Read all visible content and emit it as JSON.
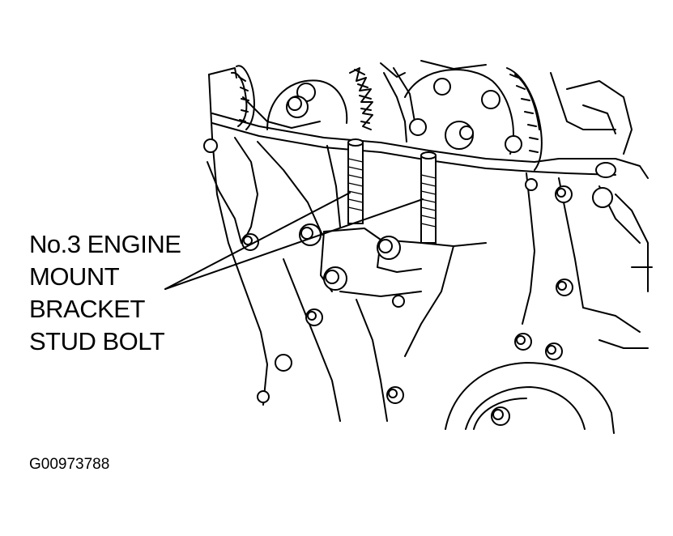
{
  "callout": {
    "lines": [
      "No.3 ENGINE",
      "MOUNT",
      "BRACKET",
      "STUD BOLT"
    ]
  },
  "figure_code": "G00973788",
  "colors": {
    "ink": "#000000",
    "paper": "#ffffff"
  }
}
